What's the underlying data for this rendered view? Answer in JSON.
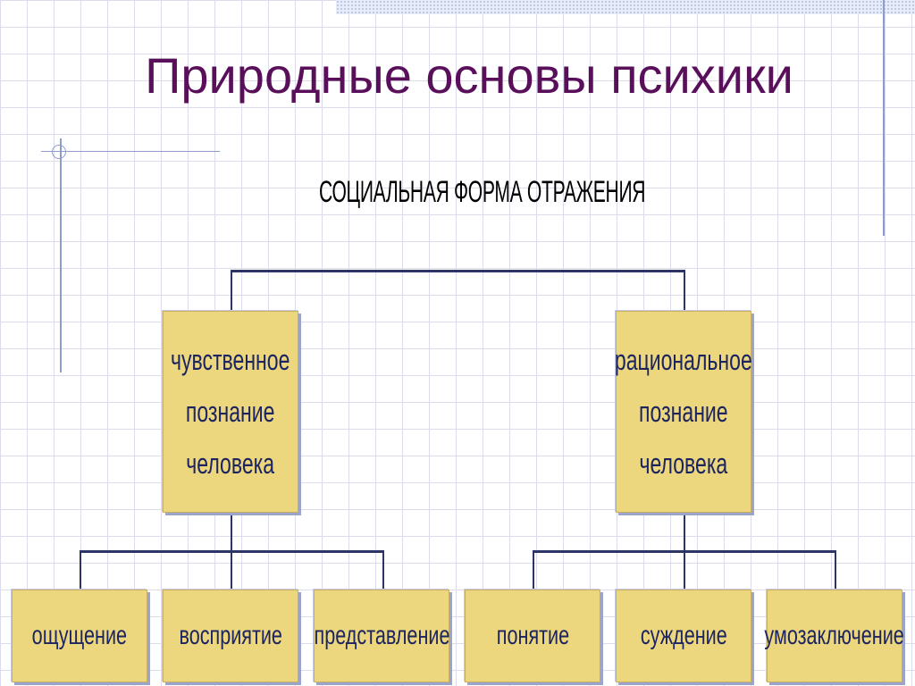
{
  "slide": {
    "title": "Природные основы психики"
  },
  "diagram": {
    "root": "СОЦИАЛЬНАЯ ФОРМА ОТРАЖЕНИЯ",
    "branches": [
      {
        "lines": [
          "чувственное",
          "познание",
          "человека"
        ],
        "children": [
          "ощущение",
          "восприятие",
          "представление"
        ]
      },
      {
        "lines": [
          "рациональное",
          "познание",
          "человека"
        ],
        "children": [
          "понятие",
          "суждение",
          "умозаключение"
        ]
      }
    ]
  },
  "colors": {
    "title": "#5a0f5a",
    "box_fill": "#ecd67e",
    "box_text": "#1c2560",
    "connector": "#2c3566",
    "grid": "#dcdcec"
  }
}
